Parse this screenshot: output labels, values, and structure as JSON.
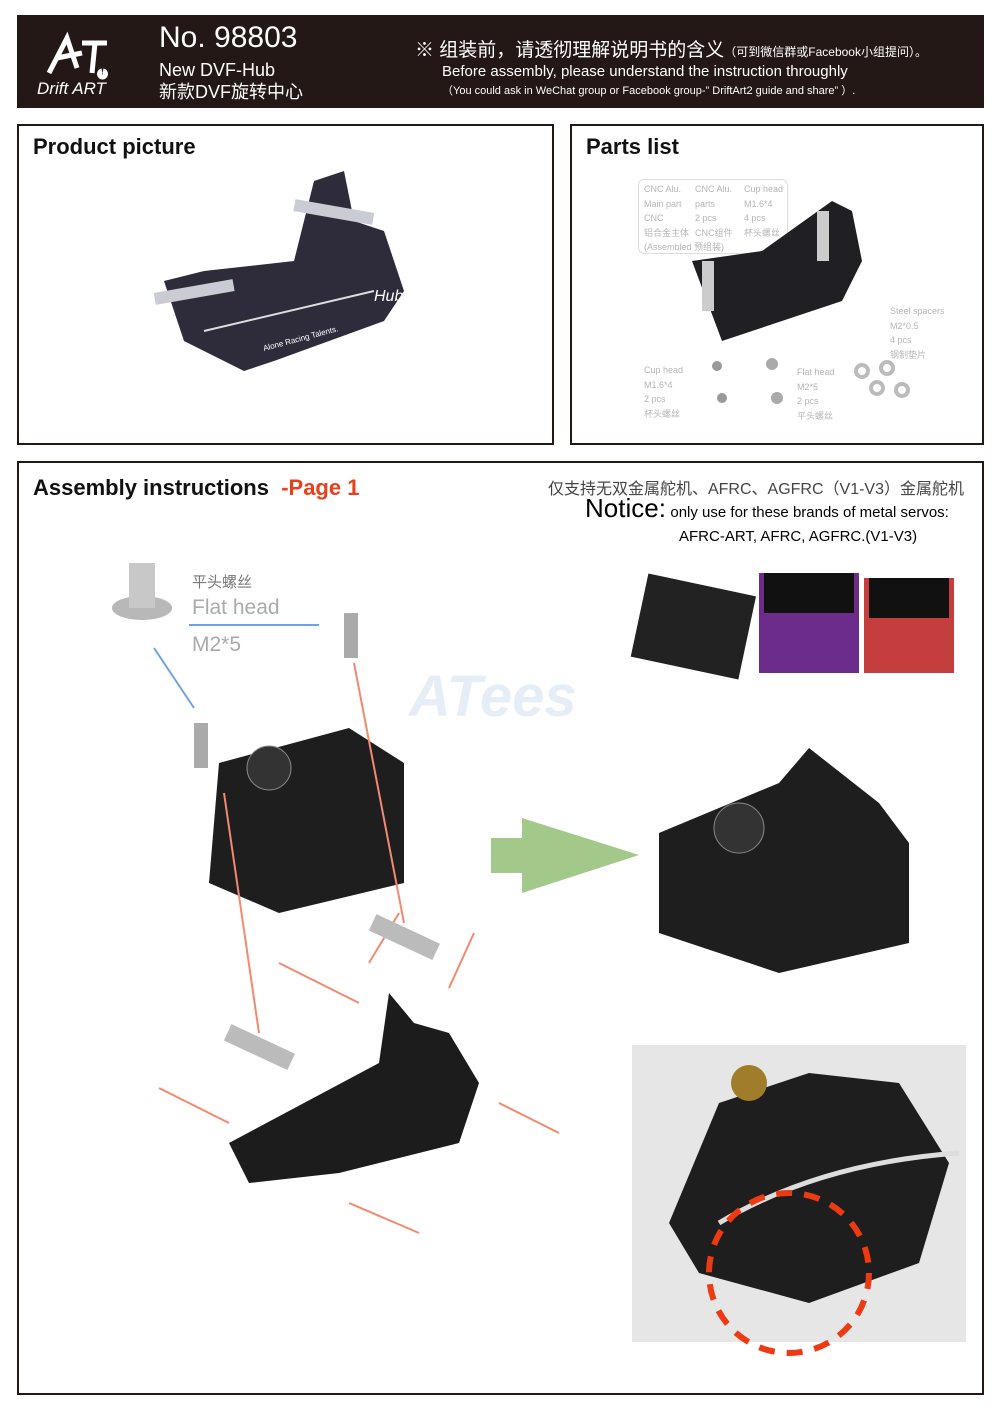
{
  "header": {
    "logo_text": "Drift ART",
    "product_no": "No. 98803",
    "name_en": "New DVF-Hub",
    "name_cn": "新款DVF旋转中心",
    "notice_cn": "※ 组装前，请透彻理解说明书的含义",
    "notice_cn_small": "（可到微信群或Facebook小组提问）。",
    "notice_en": "Before assembly, please understand the instruction throughly",
    "notice_en_small": "（You could ask in WeChat group or Facebook group-” DriftArt2 guide and share” ）."
  },
  "product": {
    "title": "Product picture",
    "hub_label": "Hub",
    "tagline": "Alone Racing Talents."
  },
  "parts": {
    "title": "Parts list",
    "main": [
      "CNC Alu.",
      "Main part",
      "CNC",
      "铝合金主体",
      "(Assembled 预组装)"
    ],
    "sub": [
      "CNC Alu.",
      "parts",
      "2 pcs",
      "CNC组件"
    ],
    "cup_top": [
      "Cup head",
      "M1.6*4",
      "4 pcs",
      "杯头螺丝"
    ],
    "spacers": [
      "Steel spacers",
      "M2*0.5",
      "4 pcs",
      "钢制垫片"
    ],
    "cup_bottom": [
      "Cup head",
      "M1.6*4",
      "2 pcs",
      "杯头螺丝"
    ],
    "flat": [
      "Flat head",
      "M2*5",
      "2 pcs",
      "平头螺丝"
    ]
  },
  "assembly": {
    "title": "Assembly instructions",
    "page": "-Page 1",
    "support_cn": "仅支持无双金属舵机、AFRC、AGFRC（V1-V3）金属舵机",
    "notice_label": "Notice:",
    "notice_text": "only use for these brands of metal servos:",
    "brands": "AFRC-ART, AFRC, AGFRC.(V1-V3)",
    "screw_cn": "平头螺丝",
    "screw_en": "Flat head",
    "screw_size": "M2*5",
    "watermark": "ATees"
  },
  "colors": {
    "header_bg": "#231815",
    "accent_red": "#e8401c",
    "arrow_green": "#a3c98a"
  }
}
